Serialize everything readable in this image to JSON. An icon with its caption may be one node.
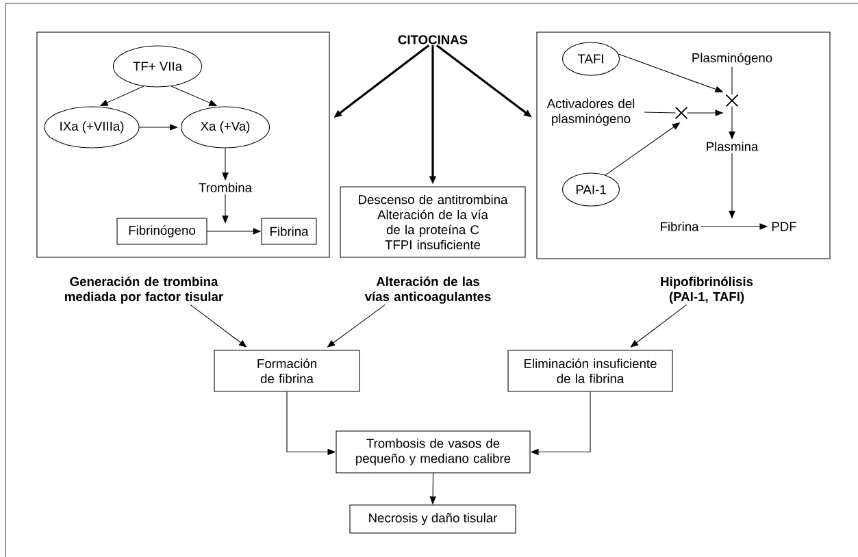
{
  "diagram": {
    "nodes": [
      {
        "text": [],
        "shape": "box"
      },
      {
        "text": [
          "TF+ VIIa"
        ],
        "in": 0
      },
      {
        "text": [
          "IXa (+VIIIa)"
        ],
        "in": 0
      },
      {
        "text": [
          "Xa (+Va)"
        ],
        "in": 0
      },
      {
        "text": [
          "Trombina"
        ],
        "in": 0
      },
      {
        "text": [
          "Fibrinógeno"
        ],
        "in": 0
      },
      {
        "text": [
          "Fibrina"
        ],
        "in": 0
      },
      {
        "text": [
          "CITOCINAS"
        ]
      },
      {
        "text": [
          "Descenso de antitrombina",
          "Alteración de la vía de la proteína C",
          "TFPI insuficiente"
        ]
      },
      {
        "text": [],
        "shape": "box"
      },
      {
        "text": [
          "TAFI"
        ],
        "in": 9
      },
      {
        "text": [
          "Plasminógeno"
        ],
        "in": 9
      },
      {
        "text": [
          "Activadores del plasminógeno"
        ],
        "in": 9
      },
      {
        "text": [
          "PAI-1"
        ],
        "in": 9
      },
      {
        "text": [
          "Plasmina"
        ],
        "in": 9
      },
      {
        "text": [
          "Fibrina"
        ],
        "in": 9
      },
      {
        "text": [
          "PDF"
        ],
        "in": 9
      },
      {
        "text": [
          "Generación de trombina mediada por factor tisular"
        ]
      },
      {
        "text": [
          "Alteración de las vías anticoagulantes"
        ]
      },
      {
        "text": [
          "Hipofibrinólisis (PAI-1, TAFI)"
        ]
      },
      {
        "text": [
          "Formación de fibrina"
        ]
      },
      {
        "text": [
          "Eliminación insuficiente de la fibrina"
        ]
      },
      {
        "text": [
          "Trombosis de vasos de pequeño y mediano calibre"
        ]
      },
      {
        "text": [
          "Necrosis y daño tisular"
        ]
      },
      {
        "text": [],
        "shape": "cross",
        "in": 9
      },
      {
        "text": [],
        "shape": "cross",
        "in": 9
      }
    ],
    "edges": [
      {
        "from": 1,
        "to": 2,
        "arrow": "to"
      },
      {
        "from": 1,
        "to": 3,
        "arrow": "to"
      },
      {
        "from": 2,
        "to": 3,
        "arrow": "to"
      },
      {
        "from": 3,
        "to": 4,
        "arrow": "to"
      },
      {
        "from": 5,
        "to": 6,
        "arrow": "to"
      },
      {
        "from": 4,
        "to": null,
        "arrow": "to"
      },
      {
        "from": 7,
        "to": 0,
        "arrow": "to",
        "style": "thick"
      },
      {
        "from": 7,
        "to": 8,
        "arrow": "to",
        "style": "thick"
      },
      {
        "from": 7,
        "to": 9,
        "arrow": "to",
        "style": "thick"
      },
      {
        "from": 10,
        "to": 24,
        "arrow": "to"
      },
      {
        "from": 11,
        "to": 24,
        "arrow": "none"
      },
      {
        "from": 12,
        "to": 25,
        "arrow": "none"
      },
      {
        "from": 13,
        "to": 25,
        "arrow": "to"
      },
      {
        "from": 14,
        "to": null,
        "arrow": "to"
      },
      {
        "from": 15,
        "to": 16,
        "arrow": "to"
      },
      {
        "from": 17,
        "to": 20,
        "arrow": "to"
      },
      {
        "from": 18,
        "to": 20,
        "arrow": "to"
      },
      {
        "from": 19,
        "to": 21,
        "arrow": "to"
      },
      {
        "from": 20,
        "to": 22,
        "arrow": "to"
      },
      {
        "from": 21,
        "to": 22,
        "arrow": "to"
      },
      {
        "from": 22,
        "to": 23,
        "arrow": "to"
      },
      {
        "from": 24,
        "to": 14,
        "arrow": "to"
      },
      {
        "from": 25,
        "to": 24,
        "arrow": "to"
      }
    ]
  }
}
